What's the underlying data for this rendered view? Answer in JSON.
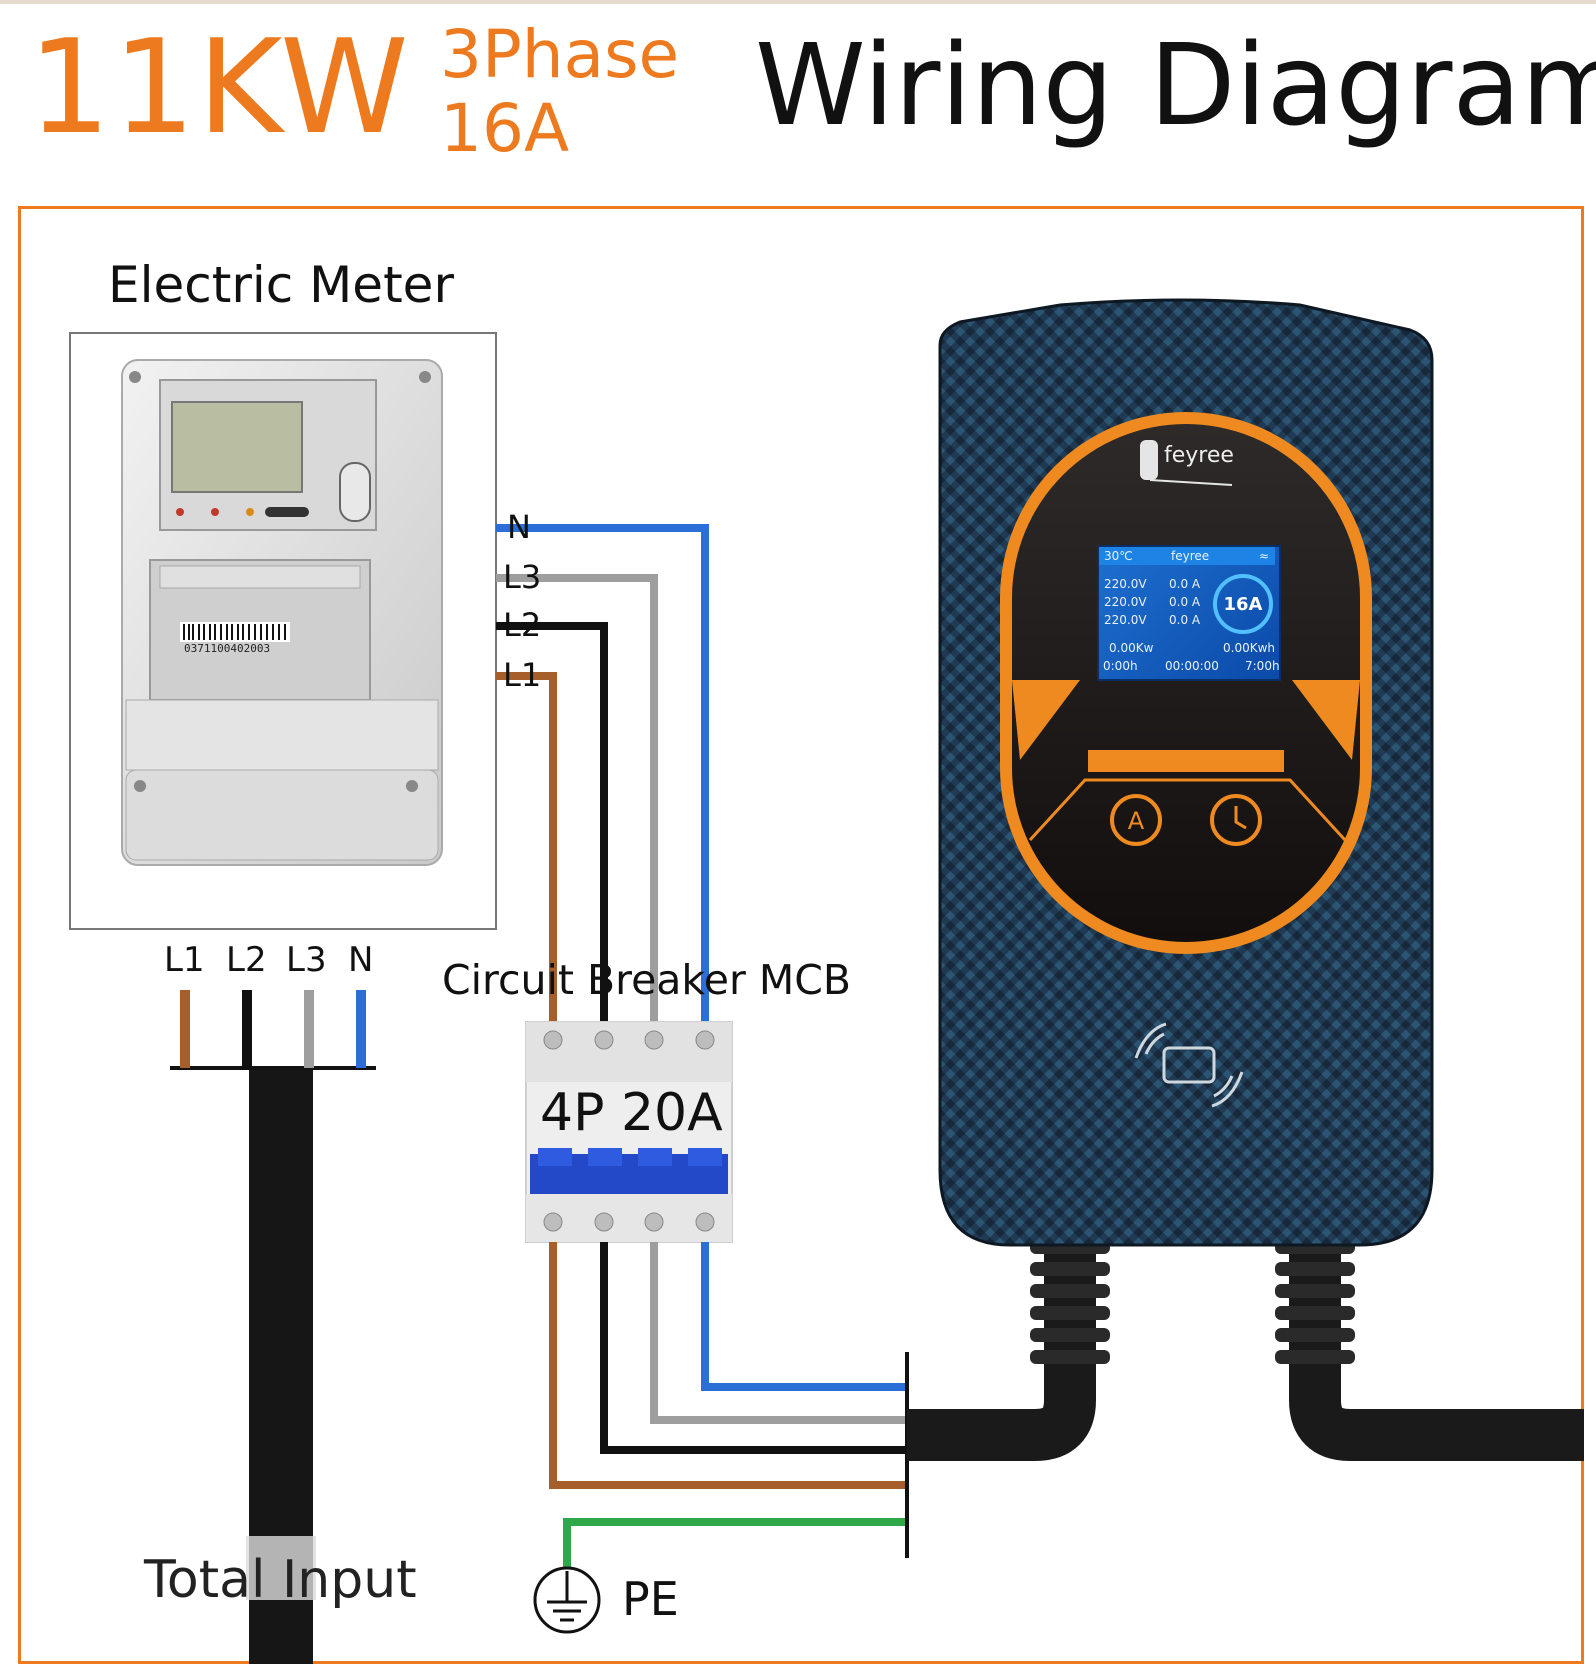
{
  "header": {
    "power": "11KW",
    "phase": "3Phase",
    "current": "16A",
    "title": "Wiring Diagram"
  },
  "meter": {
    "title": "Electric Meter",
    "barcode": "0371100402003",
    "bottom_terminals": [
      "L1",
      "L2",
      "L3",
      "N"
    ]
  },
  "meter_outputs": [
    "N",
    "L3",
    "L2",
    "L1"
  ],
  "mcb": {
    "title": "Circuit Breaker MCB",
    "rating": "4P 20A"
  },
  "input_label": "Total Input",
  "ground_label": "PE",
  "charger": {
    "brand": "feyree",
    "screen": {
      "temp": "30℃",
      "brand": "feyree",
      "voltages": [
        "220.0V",
        "220.0V",
        "220.0V"
      ],
      "currents": [
        "0.0 A",
        "0.0 A",
        "0.0 A"
      ],
      "rated_current": "16A",
      "power": "0.00Kw",
      "energy": "0.00Kwh",
      "time_left": "0:00h",
      "timer": "00:00:00",
      "time_right": "7:00h"
    },
    "buttons": [
      "A"
    ]
  },
  "colors": {
    "accent": "#ee7a1f",
    "wire_n": "#2b6fd6",
    "wire_l3": "#9e9e9e",
    "wire_l2": "#111111",
    "wire_l1": "#a65f2a",
    "wire_pe": "#2fa84a"
  }
}
